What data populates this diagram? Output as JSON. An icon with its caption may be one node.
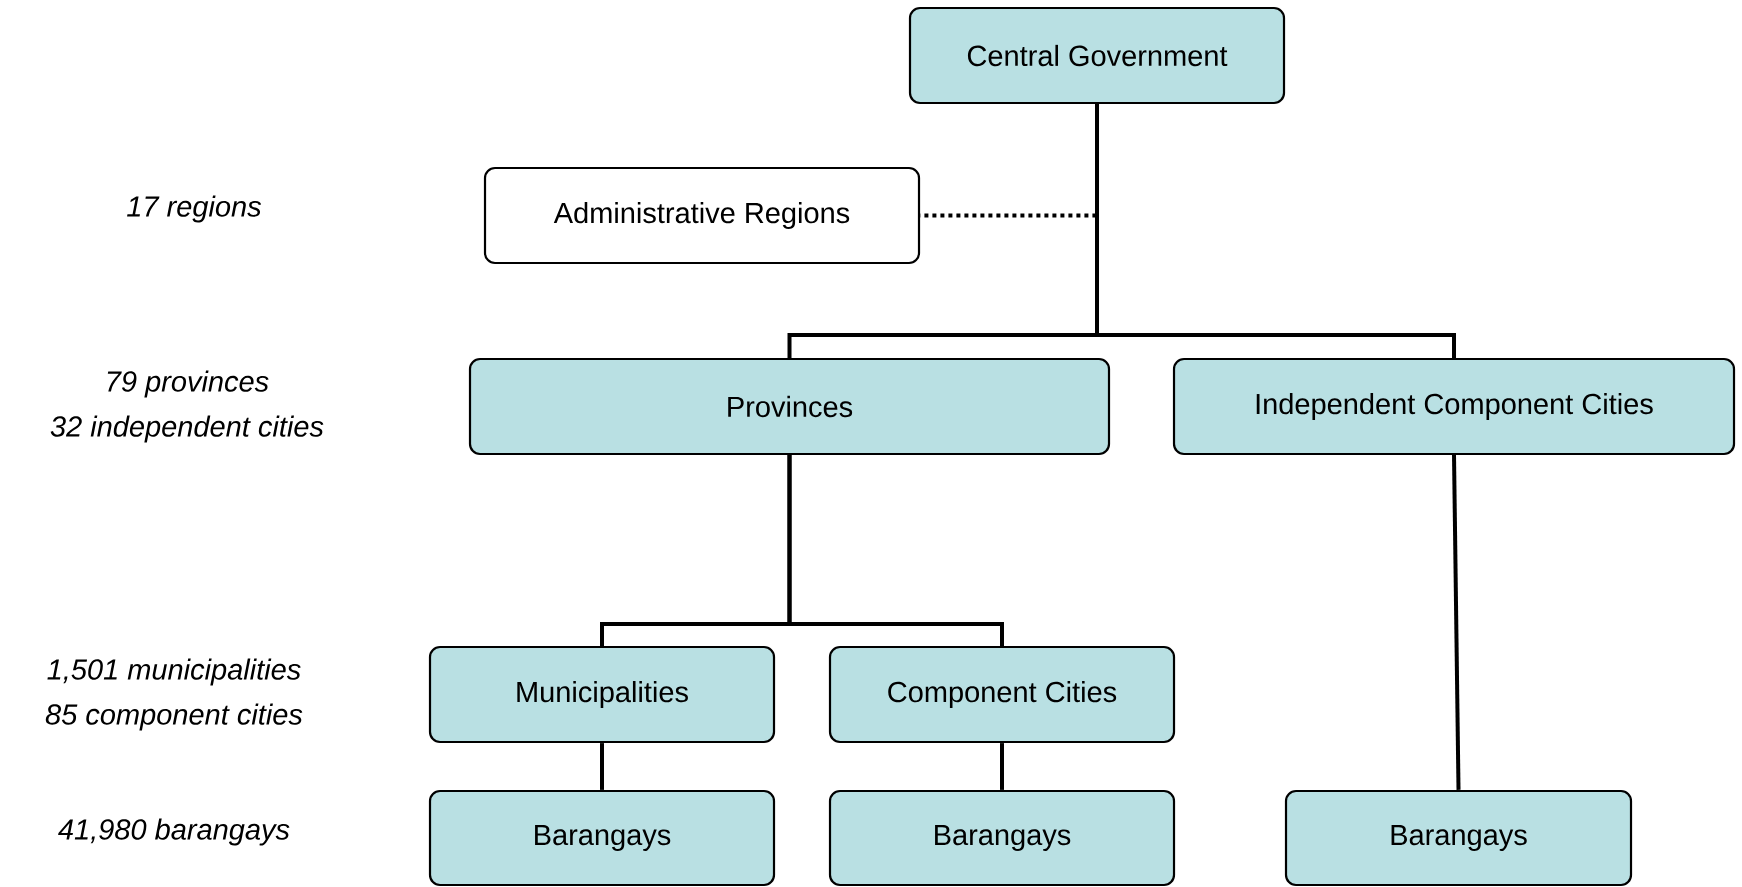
{
  "diagram": {
    "nodes": [
      {
        "text": [
          "Central Government"
        ]
      },
      {
        "text": [
          "Administrative Regions"
        ]
      },
      {
        "text": [
          "Provinces"
        ]
      },
      {
        "text": [
          "Independent Component Cities"
        ]
      },
      {
        "text": [
          "Municipalities"
        ]
      },
      {
        "text": [
          "Component Cities"
        ]
      },
      {
        "text": [
          "Barangays"
        ]
      },
      {
        "text": [
          "Barangays"
        ]
      },
      {
        "text": [
          "Barangays"
        ]
      }
    ],
    "edges": [
      {
        "from": 0,
        "to": 1,
        "arrow": "none",
        "style": "dashed"
      },
      {
        "from": 0,
        "to": 2,
        "arrow": "none"
      },
      {
        "from": 0,
        "to": 3,
        "arrow": "none"
      },
      {
        "from": 2,
        "to": 4,
        "arrow": "none"
      },
      {
        "from": 2,
        "to": 5,
        "arrow": "none"
      },
      {
        "from": 4,
        "to": 6,
        "arrow": "none"
      },
      {
        "from": 5,
        "to": 7,
        "arrow": "none"
      },
      {
        "from": 3,
        "to": 8,
        "arrow": "none"
      }
    ],
    "labels": [
      "17 regions",
      "79 provinces",
      "32 independent cities",
      "1,501 municipalities",
      "85 component cities",
      "41,980 barangays"
    ]
  }
}
